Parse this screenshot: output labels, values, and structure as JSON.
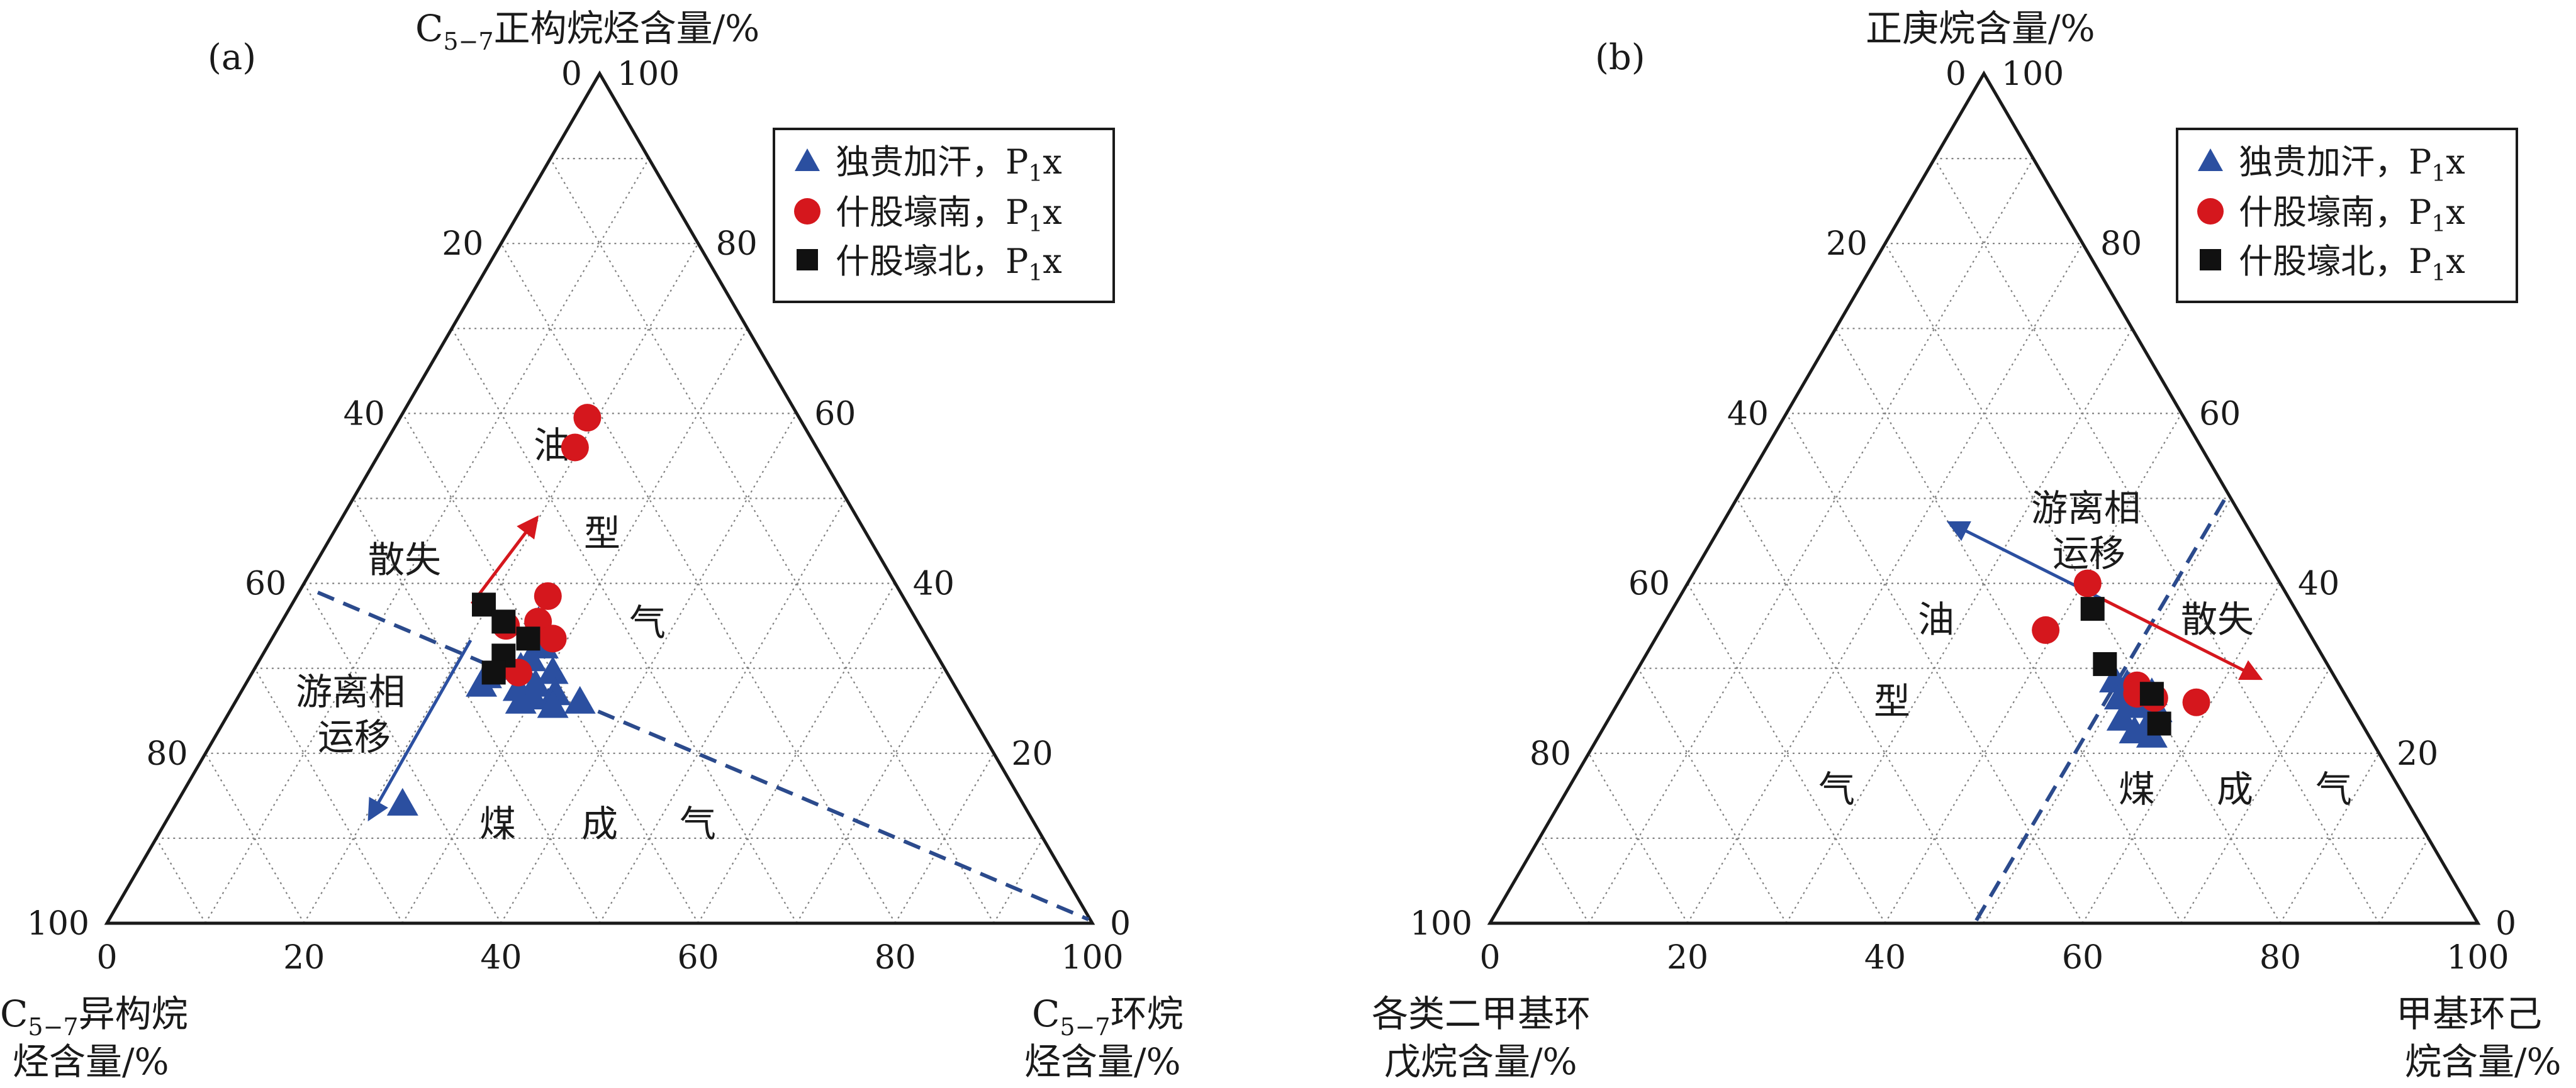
{
  "chart_data": [
    {
      "type": "scatter",
      "subtype": "ternary",
      "panel_label": "(a)",
      "axes": {
        "top": {
          "title": "C",
          "title_sub": "5−7",
          "title_rest": "正构烷烃含量/%"
        },
        "left": {
          "title": "C",
          "title_sub": "5−7",
          "title_rest": "异构烷",
          "title_line2": "烃含量/%"
        },
        "right": {
          "title": "C",
          "title_sub": "5−7",
          "title_rest": "环烷",
          "title_line2": "烃含量/%"
        },
        "range": [
          0,
          100
        ],
        "left_edge_ticks": [
          "0",
          "20",
          "40",
          "60",
          "80",
          "100"
        ],
        "right_edge_ticks": [
          "100",
          "80",
          "60",
          "40",
          "20",
          "0"
        ],
        "bottom_ticks": [
          "0",
          "20",
          "40",
          "60",
          "80",
          "100"
        ]
      },
      "grid": true,
      "zones": [
        "油",
        "型",
        "气",
        "煤",
        "成",
        "气"
      ],
      "annotations": [
        "散失",
        "游离相",
        "运移"
      ],
      "legend_position": "top-right",
      "series": [
        {
          "name": "独贵加汗，P1x",
          "marker": "triangle",
          "color": "#2b4fa0",
          "points": [
            [
              38.5,
              35.4,
              26.1
            ],
            [
              39.5,
              32.5,
              28.0
            ],
            [
              41.5,
              31.0,
              27.5
            ],
            [
              43.0,
              30.0,
              27.0
            ],
            [
              40.0,
              29.5,
              30.5
            ],
            [
              42.5,
              28.0,
              29.5
            ],
            [
              44.5,
              27.5,
              28.0
            ],
            [
              41.0,
              27.0,
              32.0
            ],
            [
              43.5,
              26.5,
              30.0
            ],
            [
              39.0,
              26.0,
              35.0
            ],
            [
              45.0,
              26.0,
              29.0
            ],
            [
              42.0,
              25.5,
              32.5
            ],
            [
              47.0,
              29.0,
              24.0
            ],
            [
              48.0,
              28.0,
              24.0
            ],
            [
              63.0,
              14.0,
              23.0
            ]
          ]
        },
        {
          "name": "什股壕南，P1x",
          "marker": "circle",
          "color": "#d5171d",
          "points": [
            [
              21.5,
              59.5,
              19.0
            ],
            [
              24.5,
              56.0,
              19.5
            ],
            [
              36.0,
              38.5,
              25.5
            ],
            [
              38.5,
              35.5,
              26.0
            ],
            [
              38.0,
              33.5,
              28.5
            ],
            [
              42.0,
              35.0,
              23.0
            ],
            [
              43.5,
              29.5,
              27.0
            ]
          ]
        },
        {
          "name": "什股壕北，P1x",
          "marker": "square",
          "color": "#111111",
          "points": [
            [
              43.0,
              37.5,
              19.5
            ],
            [
              42.0,
              35.5,
              22.5
            ],
            [
              40.5,
              33.5,
              26.0
            ],
            [
              44.0,
              31.5,
              24.5
            ],
            [
              46.0,
              29.5,
              24.5
            ]
          ]
        }
      ]
    },
    {
      "type": "scatter",
      "subtype": "ternary",
      "panel_label": "(b)",
      "axes": {
        "top": {
          "title": "正庚烷含量/%"
        },
        "left": {
          "title": "各类二甲基环",
          "title_line2": "戊烷含量/%"
        },
        "right": {
          "title": "甲基环己",
          "title_line2": "烷含量/%"
        },
        "range": [
          0,
          100
        ],
        "left_edge_ticks": [
          "0",
          "20",
          "40",
          "60",
          "80",
          "100"
        ],
        "right_edge_ticks": [
          "100",
          "80",
          "60",
          "40",
          "20",
          "0"
        ],
        "bottom_ticks": [
          "0",
          "20",
          "40",
          "60",
          "80",
          "100"
        ]
      },
      "grid": true,
      "zones": [
        "油",
        "型",
        "气",
        "煤",
        "成",
        "气"
      ],
      "annotations": [
        "游离相",
        "运移",
        "散失"
      ],
      "legend_position": "top-right",
      "series": [
        {
          "name": "独贵加汗，P1x",
          "marker": "triangle",
          "color": "#2b4fa0",
          "points": [
            [
              22.5,
              28.5,
              49.0
            ],
            [
              21.5,
              28.0,
              50.5
            ],
            [
              20.5,
              27.5,
              52.0
            ],
            [
              19.5,
              27.0,
              53.5
            ],
            [
              21.0,
              26.0,
              53.0
            ],
            [
              22.0,
              25.5,
              52.5
            ],
            [
              20.0,
              25.0,
              55.0
            ],
            [
              23.0,
              26.5,
              50.5
            ],
            [
              24.0,
              24.0,
              52.0
            ],
            [
              21.5,
              23.5,
              55.0
            ],
            [
              23.5,
              22.5,
              54.0
            ],
            [
              22.0,
              22.0,
              56.0
            ]
          ]
        },
        {
          "name": "什股壕南，P1x",
          "marker": "circle",
          "color": "#d5171d",
          "points": [
            [
              19.5,
              40.0,
              40.5
            ],
            [
              26.5,
              34.5,
              39.0
            ],
            [
              20.5,
              28.0,
              51.5
            ],
            [
              21.0,
              27.0,
              52.0
            ],
            [
              19.5,
              26.5,
              54.0
            ],
            [
              15.5,
              26.0,
              58.5
            ]
          ]
        },
        {
          "name": "什股壕北，P1x",
          "marker": "square",
          "color": "#111111",
          "points": [
            [
              20.5,
              37.0,
              42.5
            ],
            [
              22.5,
              30.5,
              47.0
            ],
            [
              19.5,
              27.0,
              53.5
            ],
            [
              20.5,
              23.5,
              56.0
            ]
          ]
        }
      ]
    }
  ]
}
